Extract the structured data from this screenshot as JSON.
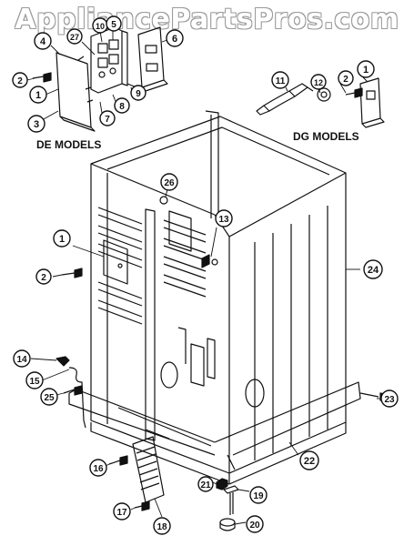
{
  "watermark": "AppliancePartsPros.com",
  "sections": {
    "de_models": "DE MODELS",
    "dg_models": "DG MODELS"
  },
  "callouts": {
    "c1a": "1",
    "c1b": "1",
    "c1c": "1",
    "c2a": "2",
    "c2b": "2",
    "c2c": "2",
    "c3": "3",
    "c4": "4",
    "c5": "5",
    "c6": "6",
    "c7": "7",
    "c8": "8",
    "c9": "9",
    "c10": "10",
    "c11": "11",
    "c12": "12",
    "c13": "13",
    "c14": "14",
    "c15": "15",
    "c16": "16",
    "c17": "17",
    "c18": "18",
    "c19": "19",
    "c20": "20",
    "c21": "21",
    "c22": "22",
    "c23": "23",
    "c24": "24",
    "c25": "25",
    "c26": "26",
    "c27": "27"
  }
}
